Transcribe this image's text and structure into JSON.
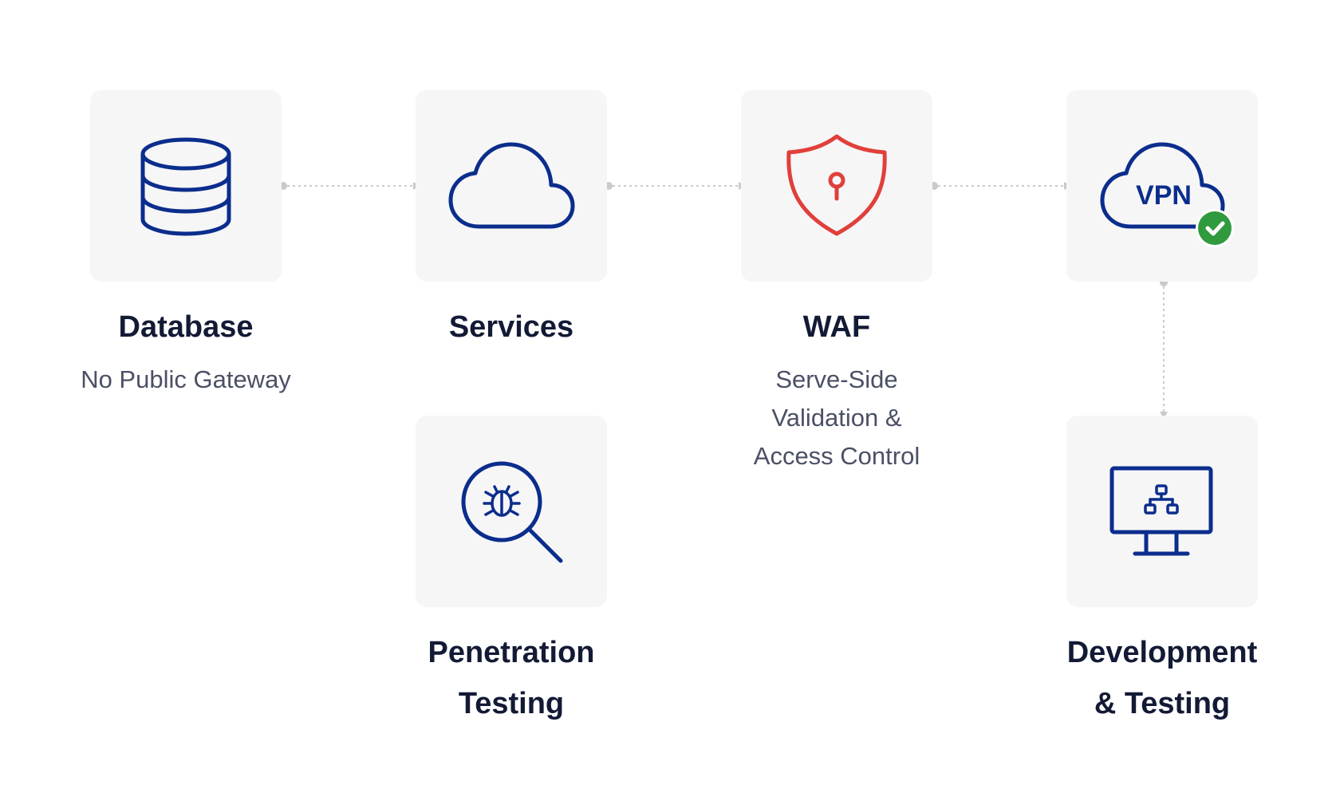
{
  "colors": {
    "navy": "#0b2d8c",
    "red": "#e0403a",
    "green": "#2f9a3e",
    "tile": "#f6f6f7",
    "connector": "#c8cace"
  },
  "nodes": {
    "database": {
      "title": "Database",
      "subtitle": "No Public Gateway",
      "icon": "database-icon"
    },
    "services": {
      "title": "Services",
      "icon": "cloud-icon"
    },
    "waf": {
      "title": "WAF",
      "subtitle_lines": [
        "Serve-Side",
        "Validation &",
        "Access Control"
      ],
      "icon": "shield-lock-icon"
    },
    "vpn": {
      "icon_text": "VPN",
      "icon": "vpn-cloud-check-icon"
    },
    "pentest": {
      "title_lines": [
        "Penetration",
        "Testing"
      ],
      "icon": "magnifier-bug-icon"
    },
    "devtest": {
      "title_lines": [
        "Development",
        "& Testing"
      ],
      "icon": "monitor-network-icon"
    }
  },
  "connections": [
    {
      "from": "database",
      "to": "services"
    },
    {
      "from": "services",
      "to": "waf"
    },
    {
      "from": "waf",
      "to": "vpn"
    },
    {
      "from": "vpn",
      "to": "devtest"
    }
  ]
}
